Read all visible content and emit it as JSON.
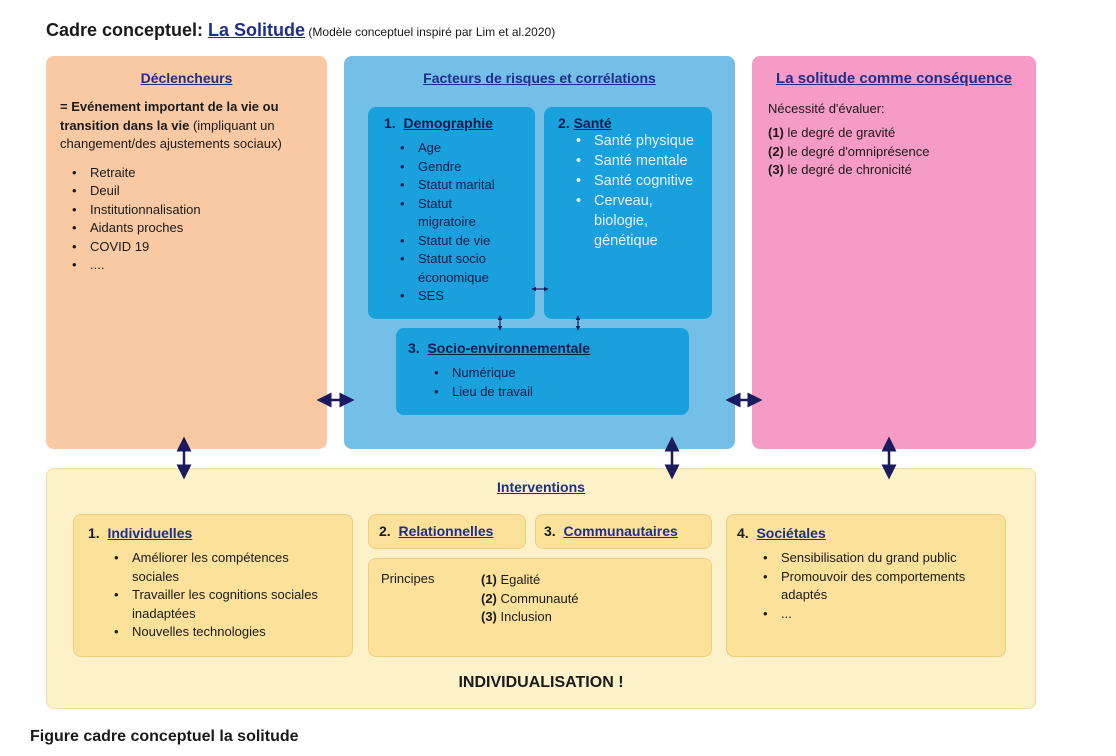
{
  "title": {
    "prefix": "Cadre conceptuel: ",
    "link": "La Solitude",
    "subtitle": " (Modèle conceptuel inspiré par Lim et al.2020)"
  },
  "declencheurs": {
    "heading": "Déclencheurs",
    "intro_bold": "= Evénement important de la vie ou transition dans la vie",
    "intro_rest": " (impliquant un changement/des ajustements sociaux)",
    "items": [
      "Retraite",
      "Deuil",
      "Institutionnalisation",
      "Aidants proches",
      "COVID 19",
      "...."
    ]
  },
  "facteurs": {
    "heading": "Facteurs de risques et corrélations",
    "demographie": {
      "number": "1.",
      "heading": "Demographie",
      "items": [
        "Age",
        "Gendre",
        "Statut marital",
        "Statut migratoire",
        "Statut de vie",
        "Statut socio économique",
        "SES"
      ]
    },
    "sante": {
      "number": "2.",
      "heading": "Santé",
      "items": [
        "Santé physique",
        "Santé mentale",
        "Santé cognitive",
        "Cerveau, biologie, génétique"
      ]
    },
    "socio": {
      "number": "3.",
      "heading": "Socio-environnementale",
      "items": [
        "Numérique",
        "Lieu de travail"
      ]
    }
  },
  "consequence": {
    "heading": "La solitude comme conséquence",
    "intro": "Nécessité d'évaluer:",
    "items": [
      {
        "num": "(1)",
        "text": " le degré de gravité"
      },
      {
        "num": "(2)",
        "text": " le degré d'omniprésence"
      },
      {
        "num": "(3)",
        "text": " le degré de chronicité"
      }
    ]
  },
  "interventions": {
    "heading": "Interventions",
    "individuelles": {
      "number": "1.",
      "heading": "Individuelles",
      "items": [
        "Améliorer les compétences sociales",
        "Travailler les cognitions sociales inadaptées",
        "Nouvelles technologies"
      ]
    },
    "relationnelles": {
      "number": "2.",
      "heading": "Relationnelles"
    },
    "communautaires": {
      "number": "3.",
      "heading": "Communautaires"
    },
    "principes": {
      "label": "Principes",
      "items": [
        {
          "num": "(1)",
          "text": " Egalité"
        },
        {
          "num": "(2)",
          "text": " Communauté"
        },
        {
          "num": "(3)",
          "text": " Inclusion"
        }
      ]
    },
    "societales": {
      "number": "4.",
      "heading": "Sociétales",
      "items": [
        "Sensibilisation du grand public",
        "Promouvoir des comportements adaptés",
        "..."
      ]
    },
    "footer": "INDIVIDUALISATION !"
  },
  "caption": "Figure cadre conceptuel la solitude",
  "colors": {
    "orange": "#f9c9a3",
    "light_blue": "#74bfe8",
    "mid_blue": "#1aa0dc",
    "pink": "#f59bc5",
    "light_yellow": "#fdf1c9",
    "yellow": "#fbe19a",
    "navy": "#1f2e8a",
    "arrow": "#1a1a5e"
  }
}
